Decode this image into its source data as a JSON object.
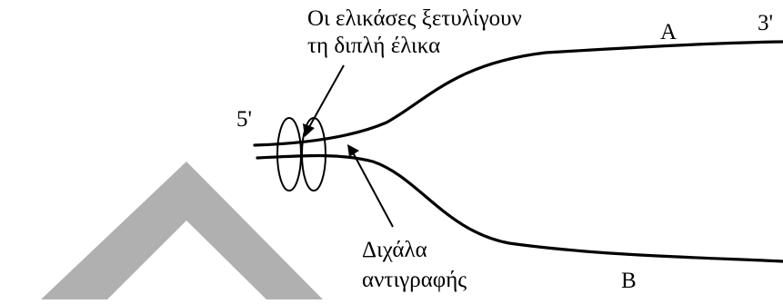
{
  "diagram": {
    "labels": {
      "helicase": [
        "Οι ελικάσες ξετυλίγουν",
        "τη διπλή έλικα"
      ],
      "fork": [
        "Διχάλα",
        "αντιγραφής"
      ],
      "five_prime": "5'",
      "three_prime": "3'",
      "strand_a": "A",
      "strand_b": "B"
    },
    "colors": {
      "ink": "#000000",
      "watermark": "#b0b0b0",
      "background": "#ffffff"
    }
  }
}
